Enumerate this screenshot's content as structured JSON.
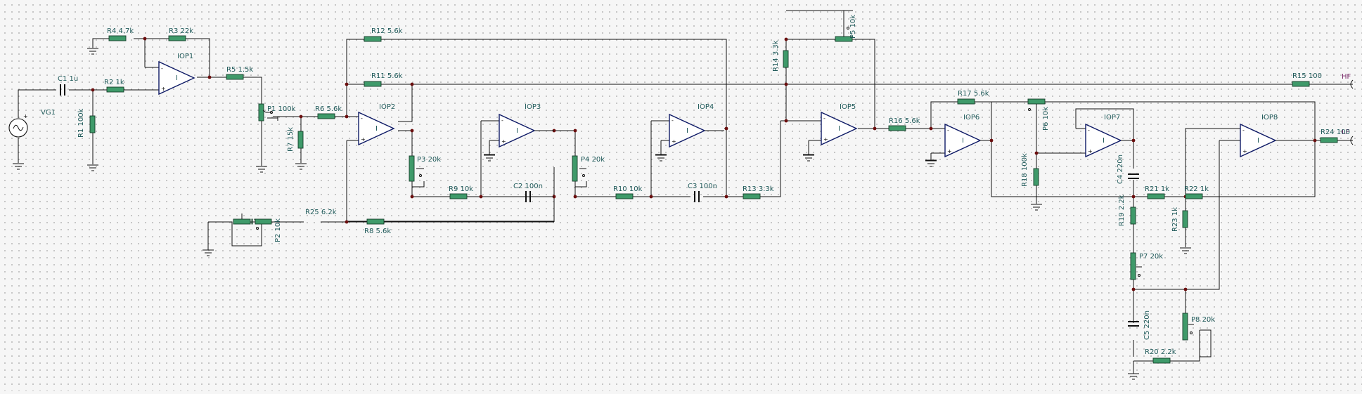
{
  "labels": {
    "vg1": "VG1",
    "c1": "C1 1u",
    "r1": "R1 100k",
    "r2": "R2 1k",
    "r3": "R3 22k",
    "r4": "R4 4.7k",
    "iop1": "IOP1",
    "r5": "R5 1.5k",
    "p1": "P1 100k",
    "r6": "R6 5.6k",
    "r7": "R7 15k",
    "r12": "R12 5.6k",
    "r11": "R11 5.6k",
    "iop2": "IOP2",
    "p3": "P3 20k",
    "r9": "R9 10k",
    "c2": "C2 100n",
    "iop3": "IOP3",
    "p4": "P4 20k",
    "r10": "R10 10k",
    "c3": "C3 100n",
    "iop4": "IOP4",
    "r13": "R13 3.3k",
    "r14": "R14 3.3k",
    "p5": "P5 10k",
    "iop5": "IOP5",
    "r16": "R16 5.6k",
    "r17": "R17 5.6k",
    "iop6": "IOP6",
    "p6": "P6 10k",
    "r18": "R18 100k",
    "iop7": "IOP7",
    "c4": "C4 220n",
    "r21": "R21 1k",
    "r22": "R22 1k",
    "iop8": "IOP8",
    "r19": "R19 2.2k",
    "r23": "R23 1k",
    "p7": "P7 20k",
    "c5": "C5 220n",
    "p8": "P8 20k",
    "r20": "R20 2.2k",
    "r15": "R15 100",
    "r24": "R24 100",
    "p2": "P2 10k",
    "r25": "R25 6.2k",
    "r8": "R8 5.6k",
    "hf": "HF",
    "lf": "LF",
    "opamp_mark": "I",
    "plus": "+",
    "minus": "-"
  },
  "colors": {
    "wire": "#111111",
    "resistor": "#3f9a6a",
    "opamp_outline": "#0e1a66",
    "junction": "#6b0e0e",
    "label": "#205a5a",
    "port_label": "#7a2a6a"
  }
}
